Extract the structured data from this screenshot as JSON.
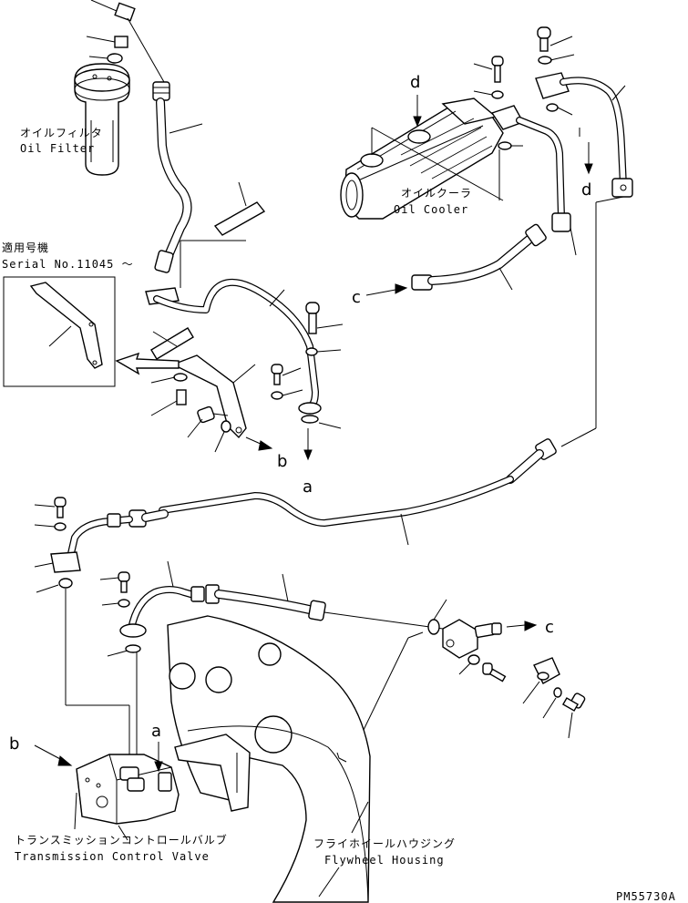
{
  "labels": {
    "oil_filter_jp": "オイルフィルタ",
    "oil_filter_en": "Oil Filter",
    "oil_cooler_jp": "オイルクーラ",
    "oil_cooler_en": "Oil Cooler",
    "serial_jp": "適用号機",
    "serial_en": "Serial No.11045 ～",
    "tcv_jp": "トランスミッションコントロールバルブ",
    "tcv_en": "Transmission Control Valve",
    "flywheel_jp": "フライホイールハウジング",
    "flywheel_en": "Flywheel Housing",
    "part_code": "PM55730A"
  },
  "callouts": {
    "a": "a",
    "b": "b",
    "c": "c",
    "d": "d"
  }
}
